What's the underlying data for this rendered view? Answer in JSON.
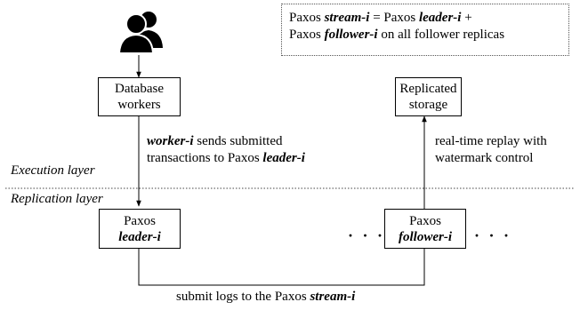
{
  "note": {
    "line1": [
      {
        "t": "Paxos ",
        "s": "n"
      },
      {
        "t": "stream-i",
        "s": "bi"
      },
      {
        "t": " = Paxos ",
        "s": "n"
      },
      {
        "t": "leader-i",
        "s": "bi"
      },
      {
        "t": " +",
        "s": "n"
      }
    ],
    "line2": [
      {
        "t": "Paxos ",
        "s": "n"
      },
      {
        "t": "follower-i",
        "s": "bi"
      },
      {
        "t": " on all follower replicas",
        "s": "n"
      }
    ]
  },
  "boxes": {
    "db_workers": {
      "line1": "Database",
      "line2": "workers"
    },
    "replicated_storage": {
      "line1": "Replicated",
      "line2": "storage"
    },
    "paxos_leader": {
      "line1": "Paxos",
      "line2_bold": "leader",
      "line2_tail": "-i"
    },
    "paxos_follower": {
      "line1": "Paxos",
      "line2_bold": "follower",
      "line2_tail": "-i"
    }
  },
  "labels": {
    "worker_send_line1": [
      {
        "t": "worker-i",
        "s": "bi"
      },
      {
        "t": " sends submitted",
        "s": "n"
      }
    ],
    "worker_send_line2": [
      {
        "t": "transactions to Paxos ",
        "s": "n"
      },
      {
        "t": "leader-i",
        "s": "bi"
      }
    ],
    "replay_line1": "real-time replay with",
    "replay_line2": "watermark control",
    "execution_layer": "Execution layer",
    "replication_layer": "Replication layer",
    "submit_logs": [
      {
        "t": "submit logs to the Paxos ",
        "s": "n"
      },
      {
        "t": "stream-i",
        "s": "bi"
      }
    ],
    "ellipsis": "· · ·"
  },
  "icons": {
    "users": "users-icon"
  }
}
